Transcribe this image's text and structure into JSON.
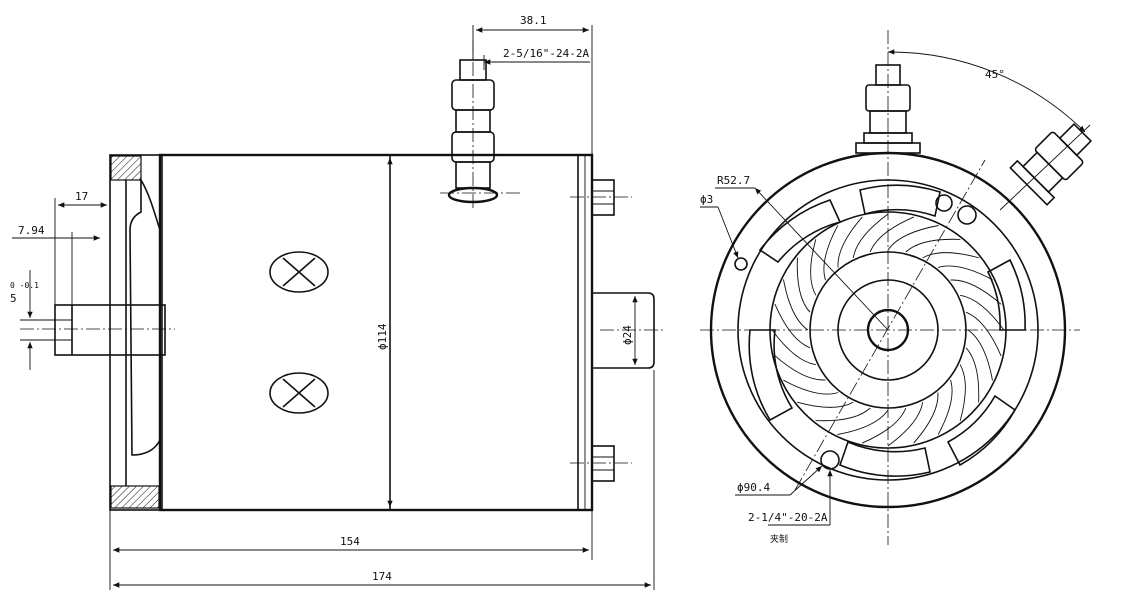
{
  "dimensions": {
    "terminal_offset": "38.1",
    "terminal_thread": "2-5/16\"-24-2A",
    "shaft_length": "17",
    "key_depth": "7.94",
    "key_width": "5",
    "key_width_tol": "0\n-0.1",
    "body_diameter": "ϕ114",
    "boss_diameter": "ϕ24",
    "body_length": "154",
    "overall_length": "174",
    "flange_radius": "R52.7",
    "hole_diameter": "ϕ3",
    "bolt_circle": "ϕ90.4",
    "mount_thread": "2-1/4\"-20-2A",
    "mount_note": "夹制",
    "terminal_angle": "45°"
  }
}
